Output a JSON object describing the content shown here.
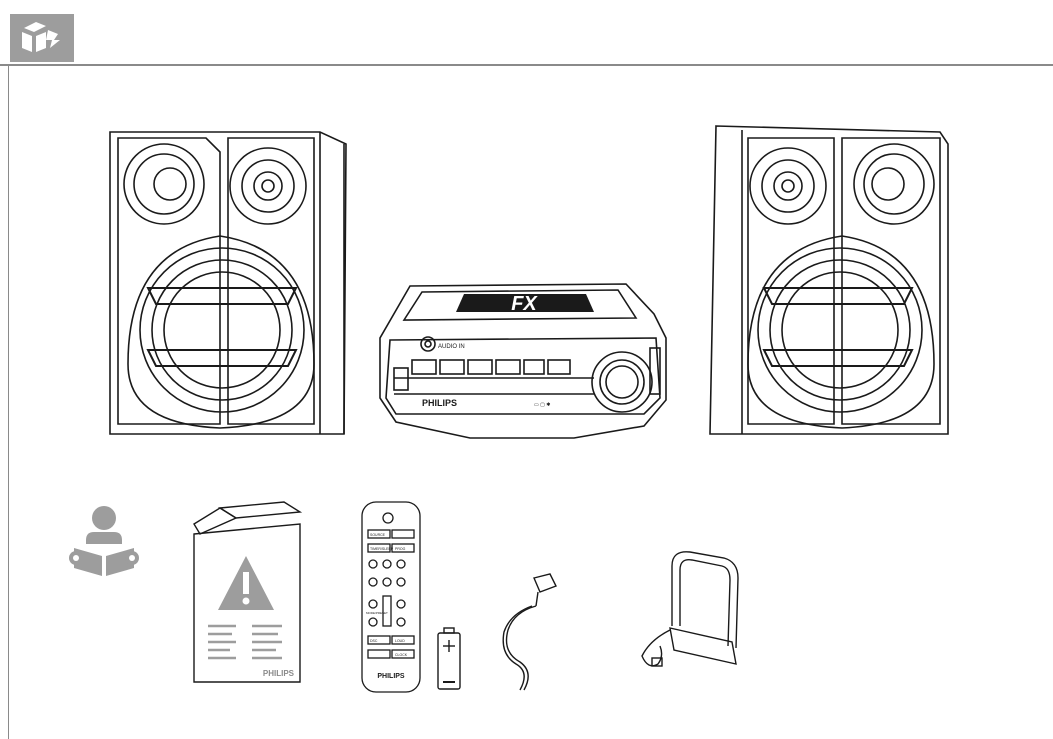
{
  "header": {
    "icon": "unbox-icon"
  },
  "main_unit": {
    "model_badge": "FX",
    "audio_in_label": "AUDIO IN",
    "brand": "PHILIPS"
  },
  "manual": {
    "brand": "PHILIPS",
    "icon": "warning-triangle-icon"
  },
  "remote": {
    "brand": "PHILIPS",
    "buttons": [
      "SOURCE",
      "TIMER/SLEEP",
      "PROG",
      "MODE/PRESET",
      "DSC",
      "LOUD",
      "CLOCK"
    ]
  },
  "colors": {
    "rule": "#8a8a8a",
    "icon_gray": "#9d9d9d",
    "line": "#1a1a1a"
  }
}
